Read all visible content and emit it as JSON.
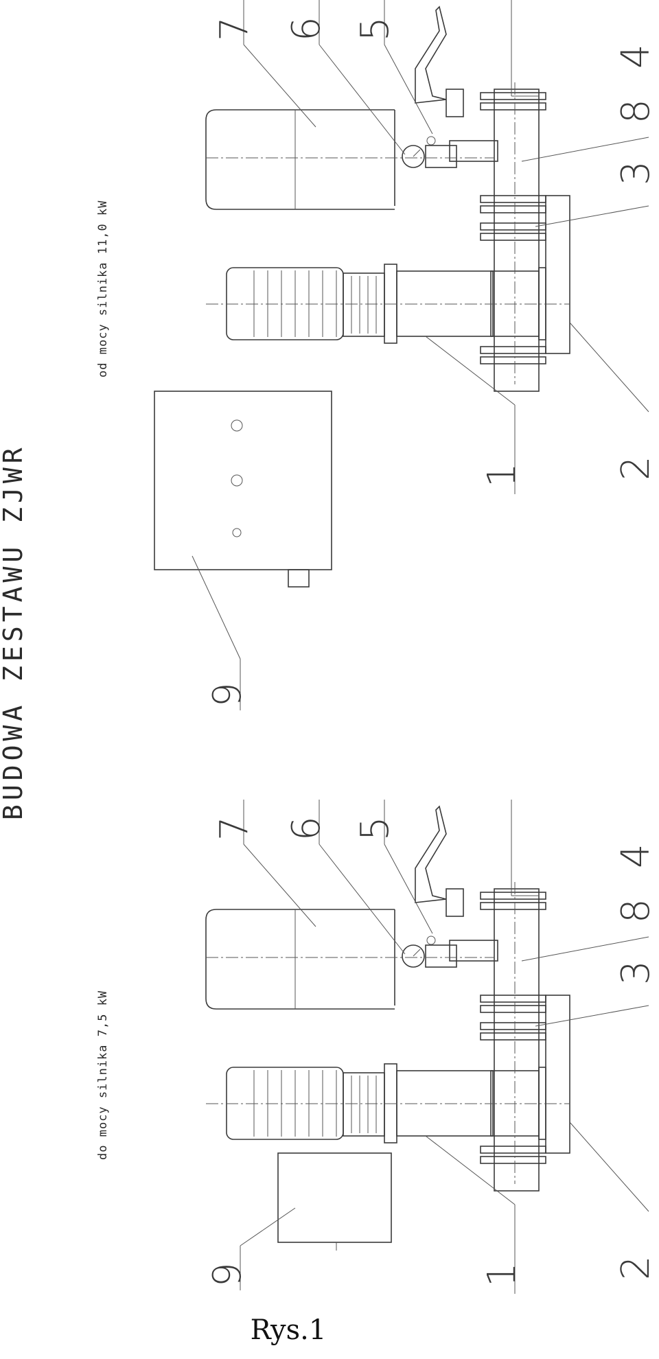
{
  "title": "BUDOWA ZESTAWU ZJWR",
  "variant_small": "do mocy silnika 7,5 kW",
  "variant_large": "od mocy silnika 11,0 kW",
  "caption": "Rys.1",
  "callouts": [
    "1",
    "2",
    "3",
    "4",
    "5",
    "6",
    "7",
    "8",
    "9"
  ]
}
